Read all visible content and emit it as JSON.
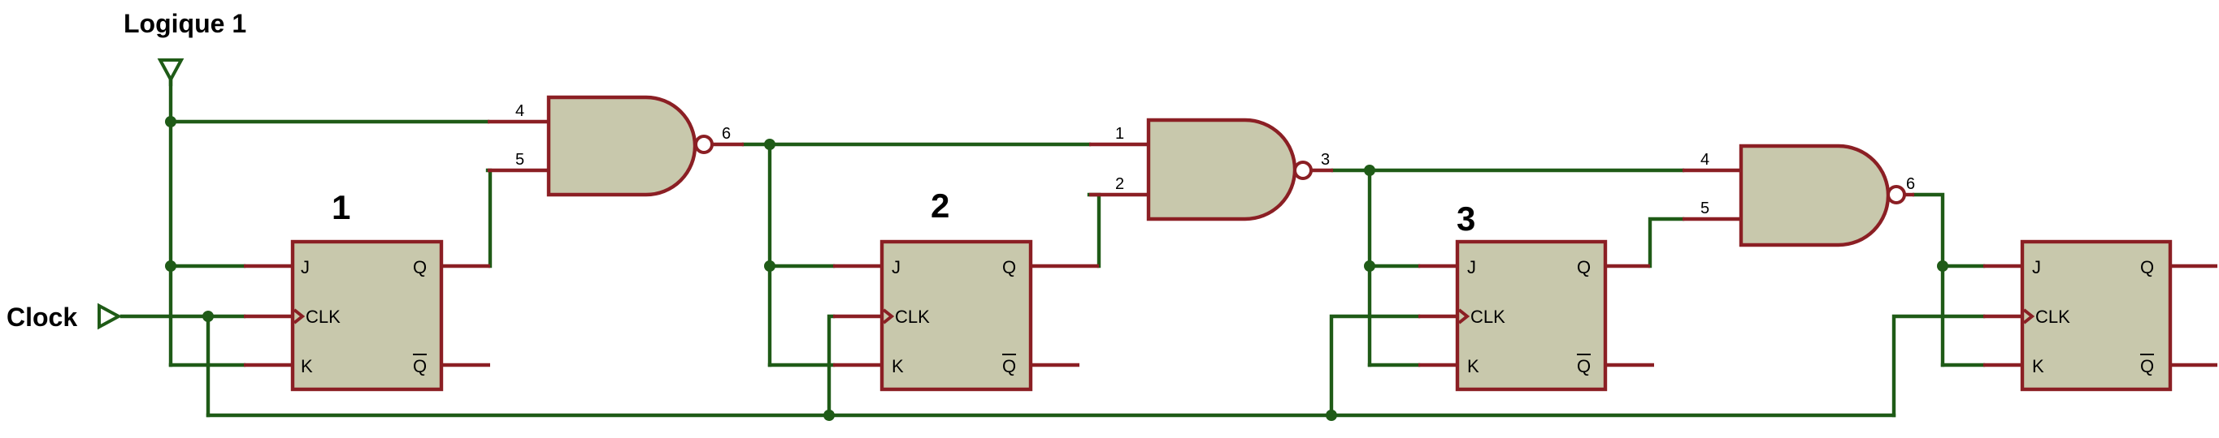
{
  "inputs": {
    "logic_high_label": "Logique 1",
    "clock_label": "Clock"
  },
  "flipflops": [
    {
      "title": "1",
      "j": "J",
      "clk": "CLK",
      "k": "K",
      "q": "Q",
      "qbar": "Q"
    },
    {
      "title": "2",
      "j": "J",
      "clk": "CLK",
      "k": "K",
      "q": "Q",
      "qbar": "Q"
    },
    {
      "title": "3",
      "j": "J",
      "clk": "CLK",
      "k": "K",
      "q": "Q",
      "qbar": "Q"
    },
    {
      "title": "",
      "j": "J",
      "clk": "CLK",
      "k": "K",
      "q": "Q",
      "qbar": "Q"
    }
  ],
  "gates": [
    {
      "type": "NAND",
      "pin_in_a": "4",
      "pin_in_b": "5",
      "pin_out": "6"
    },
    {
      "type": "NAND",
      "pin_in_a": "1",
      "pin_in_b": "2",
      "pin_out": "3"
    },
    {
      "type": "NAND",
      "pin_in_a": "4",
      "pin_in_b": "5",
      "pin_out": "6"
    }
  ],
  "colors": {
    "wire": "#1f5b17",
    "component_outline": "#8b1f24",
    "component_fill": "#c8c8ac"
  }
}
